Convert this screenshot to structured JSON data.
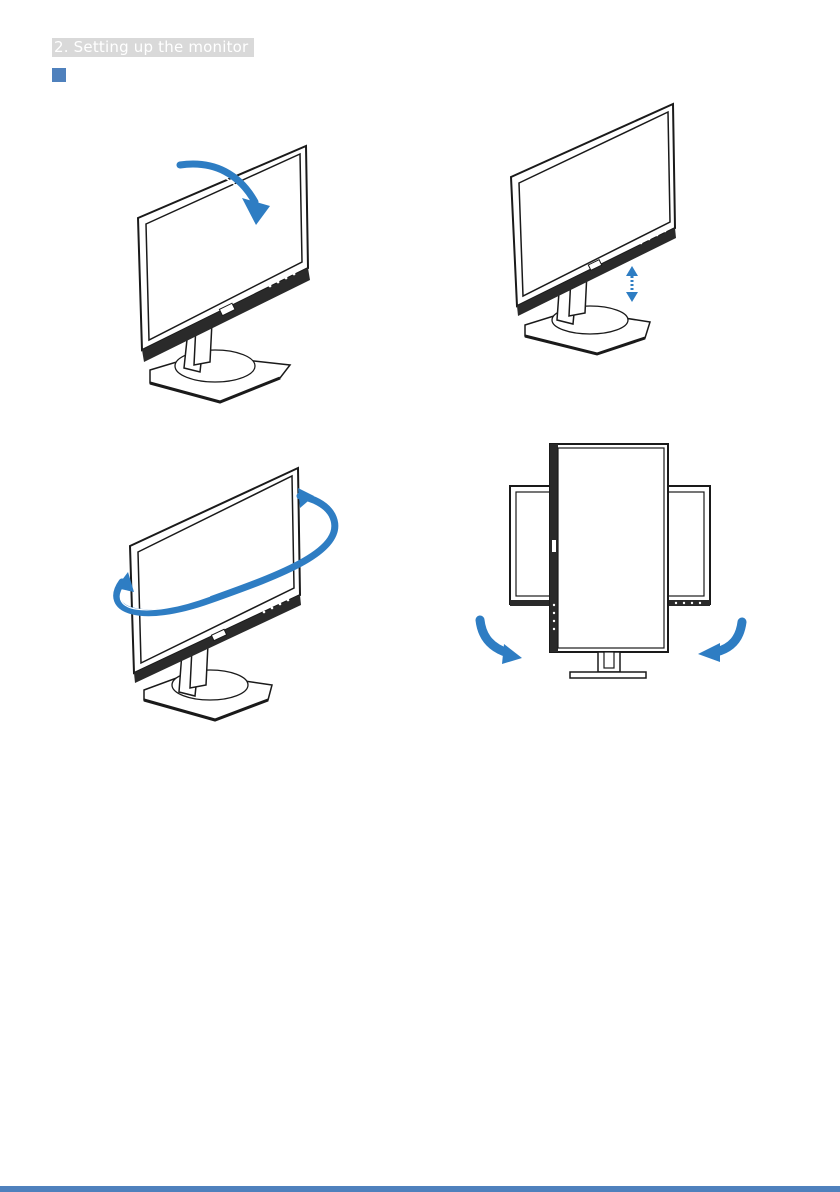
{
  "header": {
    "title": "2. Setting up the monitor"
  },
  "section": {
    "marker_color": "#4f81bd"
  },
  "colors": {
    "arrow": "#2e7dc3",
    "outline": "#1a1a1a",
    "footer": "#4f81bd"
  },
  "figures": [
    {
      "name": "tilt",
      "icon": "tilt-arrow-icon"
    },
    {
      "name": "height-adjust",
      "icon": "height-arrow-icon"
    },
    {
      "name": "swivel",
      "icon": "swivel-arrow-icon"
    },
    {
      "name": "pivot",
      "icon": "pivot-arrow-icon"
    }
  ]
}
